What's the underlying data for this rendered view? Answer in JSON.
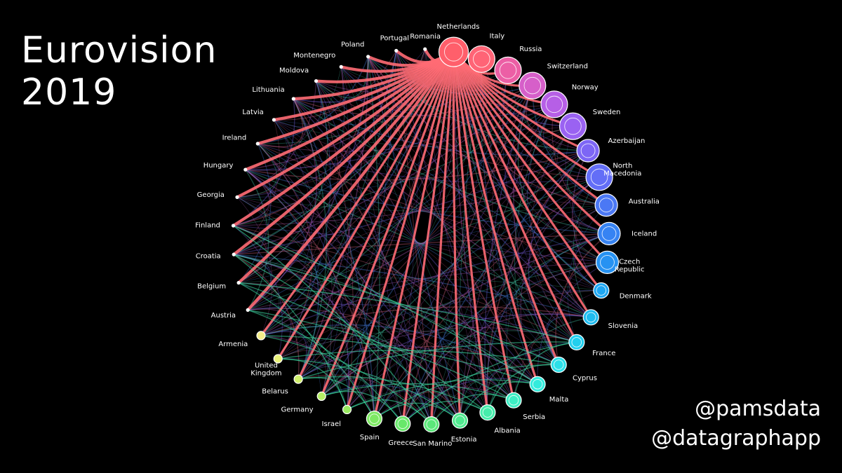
{
  "title": {
    "line1": "Eurovision",
    "line2": "2019"
  },
  "credits": {
    "line1": "@pamsdata",
    "line2": "@datagraphapp"
  },
  "graph": {
    "type": "circular-network",
    "nodes": [
      {
        "name": "Netherlands",
        "label": [
          "Netherlands"
        ],
        "color": "#ff5f6b",
        "size": "largest"
      },
      {
        "name": "Italy",
        "label": [
          "Italy"
        ],
        "color": "#ff6476",
        "size": "large"
      },
      {
        "name": "Russia",
        "label": [
          "Russia"
        ],
        "color": "#ec5fa5",
        "size": "large"
      },
      {
        "name": "Switzerland",
        "label": [
          "Switzerland"
        ],
        "color": "#d65fc9",
        "size": "large"
      },
      {
        "name": "Norway",
        "label": [
          "Norway"
        ],
        "color": "#b65fe6",
        "size": "large"
      },
      {
        "name": "Sweden",
        "label": [
          "Sweden"
        ],
        "color": "#9a62f2",
        "size": "large"
      },
      {
        "name": "Azerbaijan",
        "label": [
          "Azerbaijan"
        ],
        "color": "#7d66f5",
        "size": "medium"
      },
      {
        "name": "North Macedonia",
        "label": [
          "North",
          "Macedonia"
        ],
        "color": "#636ef7",
        "size": "large"
      },
      {
        "name": "Australia",
        "label": [
          "Australia"
        ],
        "color": "#4b78f5",
        "size": "medium"
      },
      {
        "name": "Iceland",
        "label": [
          "Iceland"
        ],
        "color": "#3683f3",
        "size": "medium"
      },
      {
        "name": "Czech Republic",
        "label": [
          "Czech",
          "Republic"
        ],
        "color": "#2692f2",
        "size": "medium"
      },
      {
        "name": "Denmark",
        "label": [
          "Denmark"
        ],
        "color": "#1ea6f2",
        "size": "small"
      },
      {
        "name": "Slovenia",
        "label": [
          "Slovenia"
        ],
        "color": "#1ebcf0",
        "size": "small"
      },
      {
        "name": "France",
        "label": [
          "France"
        ],
        "color": "#22cfee",
        "size": "small"
      },
      {
        "name": "Cyprus",
        "label": [
          "Cyprus"
        ],
        "color": "#2bdfe8",
        "size": "small"
      },
      {
        "name": "Malta",
        "label": [
          "Malta"
        ],
        "color": "#33ebdc",
        "size": "small"
      },
      {
        "name": "Serbia",
        "label": [
          "Serbia"
        ],
        "color": "#3deec4",
        "size": "small"
      },
      {
        "name": "Albania",
        "label": [
          "Albania"
        ],
        "color": "#46ecab",
        "size": "small"
      },
      {
        "name": "Estonia",
        "label": [
          "Estonia"
        ],
        "color": "#50e98f",
        "size": "small"
      },
      {
        "name": "San Marino",
        "label": [
          "San Marino"
        ],
        "color": "#5be77a",
        "size": "small"
      },
      {
        "name": "Greece",
        "label": [
          "Greece"
        ],
        "color": "#68e86a",
        "size": "small"
      },
      {
        "name": "Spain",
        "label": [
          "Spain"
        ],
        "color": "#7ee964",
        "size": "small"
      },
      {
        "name": "Israel",
        "label": [
          "Israel"
        ],
        "color": "#9aeb61",
        "size": "tiny"
      },
      {
        "name": "Germany",
        "label": [
          "Germany"
        ],
        "color": "#b5ee66",
        "size": "tiny"
      },
      {
        "name": "Belarus",
        "label": [
          "Belarus"
        ],
        "color": "#d1f06d",
        "size": "tiny"
      },
      {
        "name": "United Kingdom",
        "label": [
          "United",
          "Kingdom"
        ],
        "color": "#e9f27a",
        "size": "tiny"
      },
      {
        "name": "Armenia",
        "label": [
          "Armenia"
        ],
        "color": "#f5ee8a",
        "size": "tiny"
      },
      {
        "name": "Austria",
        "label": [
          "Austria"
        ],
        "color": "#ffffff",
        "size": "dot"
      },
      {
        "name": "Belgium",
        "label": [
          "Belgium"
        ],
        "color": "#ffffff",
        "size": "dot"
      },
      {
        "name": "Croatia",
        "label": [
          "Croatia"
        ],
        "color": "#ffffff",
        "size": "dot"
      },
      {
        "name": "Finland",
        "label": [
          "Finland"
        ],
        "color": "#ffffff",
        "size": "dot"
      },
      {
        "name": "Georgia",
        "label": [
          "Georgia"
        ],
        "color": "#ffffff",
        "size": "dot"
      },
      {
        "name": "Hungary",
        "label": [
          "Hungary"
        ],
        "color": "#ffffff",
        "size": "dot"
      },
      {
        "name": "Ireland",
        "label": [
          "Ireland"
        ],
        "color": "#ffffff",
        "size": "dot"
      },
      {
        "name": "Latvia",
        "label": [
          "Latvia"
        ],
        "color": "#ffffff",
        "size": "dot"
      },
      {
        "name": "Lithuania",
        "label": [
          "Lithuania"
        ],
        "color": "#ffffff",
        "size": "dot"
      },
      {
        "name": "Moldova",
        "label": [
          "Moldova"
        ],
        "color": "#ffffff",
        "size": "dot"
      },
      {
        "name": "Montenegro",
        "label": [
          "Montenegro"
        ],
        "color": "#ffffff",
        "size": "dot"
      },
      {
        "name": "Poland",
        "label": [
          "Poland"
        ],
        "color": "#ffffff",
        "size": "dot"
      },
      {
        "name": "Portugal",
        "label": [
          "Portugal"
        ],
        "color": "#ffffff",
        "size": "dot"
      },
      {
        "name": "Romania",
        "label": [
          "Romania"
        ],
        "color": "#ffffff",
        "size": "dot"
      }
    ],
    "edge_colors": {
      "netherlands": "#ff6b74",
      "tail": "#3ee0a8",
      "mesh": [
        "#7a62e8",
        "#4a86f0",
        "#c060c8",
        "#e86a8a",
        "#48d0b0"
      ]
    }
  }
}
